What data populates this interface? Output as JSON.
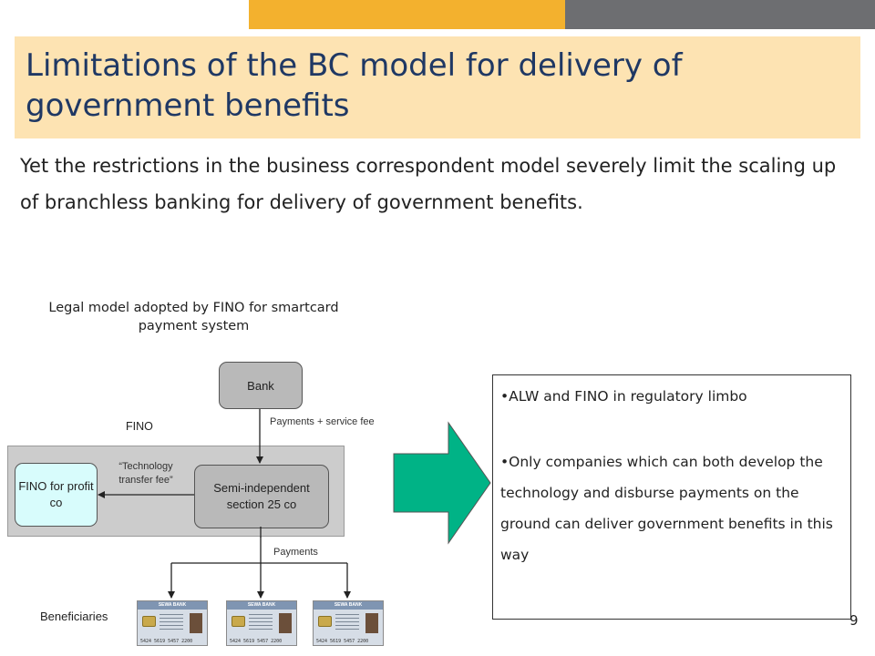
{
  "slide": {
    "title": "Limitations of the BC model for delivery of government benefits",
    "intro": "Yet the restrictions in the business correspondent model severely limit the scaling up of branchless banking for delivery of government benefits.",
    "page_number": "9",
    "colors": {
      "title_band": "#fde3b2",
      "top_orange": "#f3b12e",
      "top_gray": "#6d6e71",
      "title_text": "#1f3864",
      "arrow_fill": "#00b386",
      "fino_box_fill": "#d8fcfc"
    }
  },
  "diagram": {
    "caption": "Legal model adopted by FINO for smartcard payment system",
    "bank_label": "Bank",
    "flow_bank_to_semi": "Payments + service fee",
    "fino_region_label": "FINO",
    "semi_label": "Semi-independent section 25 co",
    "fino_co_label": "FINO for profit co",
    "tech_fee_label": "“Technology transfer fee”",
    "payments_label": "Payments",
    "beneficiaries_label": "Beneficiaries",
    "card": {
      "bank_name": "SEWA BANK",
      "number": "5424 5619 5457 2200"
    }
  },
  "info": {
    "bullets": [
      "•ALW and FINO in regulatory limbo",
      "•Only companies which can both develop the technology and disburse payments on the ground can deliver government benefits in this way"
    ]
  },
  "icons": {
    "arrow": "right-arrow-icon"
  }
}
